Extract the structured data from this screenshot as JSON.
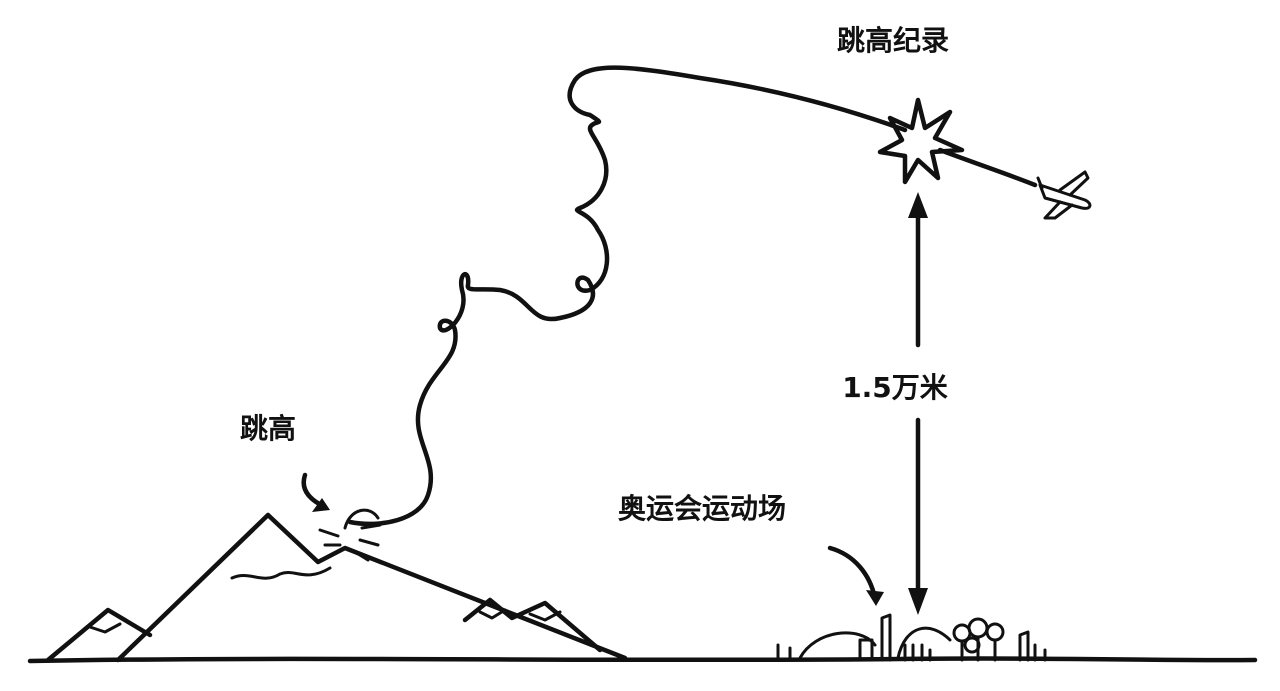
{
  "labels": {
    "record": "跳高纪录",
    "jump": "跳高",
    "height": "1.5万米",
    "stadium": "奥运会运动场"
  },
  "colors": {
    "ink": "#111111",
    "background": "#ffffff"
  }
}
